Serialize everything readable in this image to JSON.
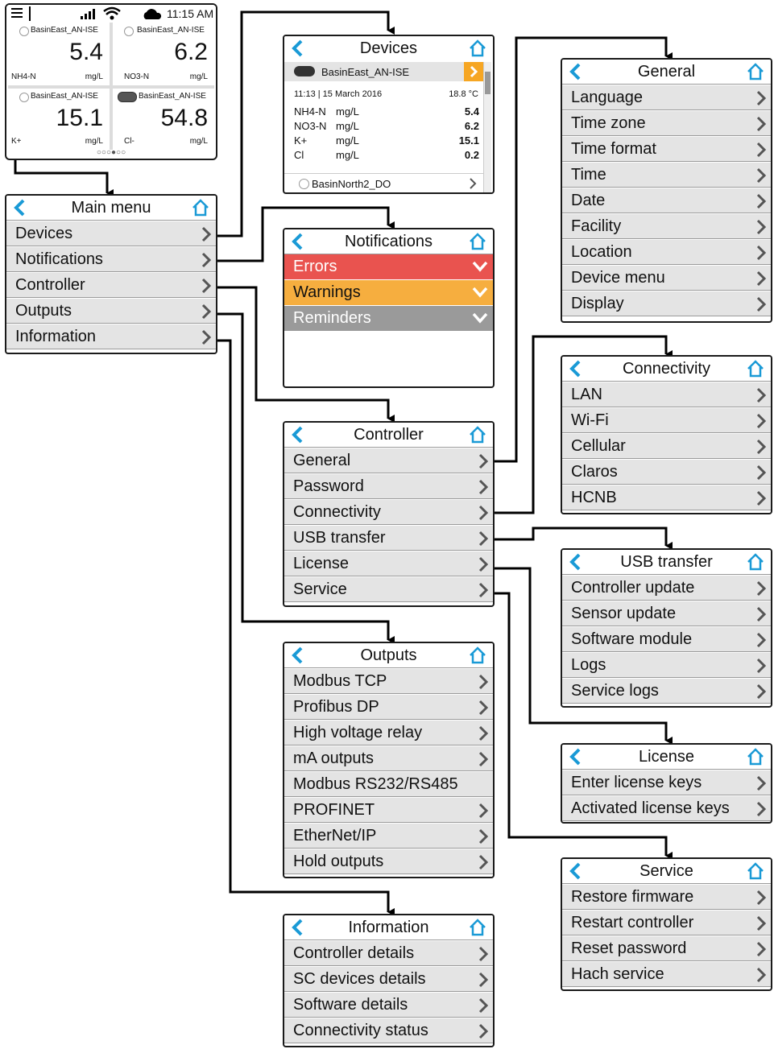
{
  "home_screen": {
    "time": "11:15 AM",
    "tiles": [
      {
        "device": "BasinEast_AN-ISE",
        "value": "5.4",
        "param": "NH4-N",
        "unit": "mg/L"
      },
      {
        "device": "BasinEast_AN-ISE",
        "value": "6.2",
        "param": "NO3-N",
        "unit": "mg/L"
      },
      {
        "device": "BasinEast_AN-ISE",
        "value": "15.1",
        "param": "K+",
        "unit": "mg/L"
      },
      {
        "device": "BasinEast_AN-ISE",
        "value": "54.8",
        "param": "Cl-",
        "unit": "mg/L"
      }
    ],
    "page_dots": "○○○●○○"
  },
  "main_menu": {
    "title": "Main menu",
    "items": [
      "Devices",
      "Notifications",
      "Controller",
      "Outputs",
      "Information"
    ]
  },
  "devices": {
    "title": "Devices",
    "device1": "BasinEast_AN-ISE",
    "timestamp": "11:13 | 15 March 2016",
    "temperature": "18.8 °C",
    "readings": [
      {
        "param": "NH4-N",
        "unit": "mg/L",
        "value": "5.4"
      },
      {
        "param": "NO3-N",
        "unit": "mg/L",
        "value": "6.2"
      },
      {
        "param": "K+",
        "unit": "mg/L",
        "value": "15.1"
      },
      {
        "param": "Cl",
        "unit": "mg/L",
        "value": "0.2"
      }
    ],
    "device2": "BasinNorth2_DO"
  },
  "notifications": {
    "title": "Notifications",
    "items": [
      {
        "label": "Errors",
        "color": "#e9534f"
      },
      {
        "label": "Warnings",
        "color": "#f6ae3f"
      },
      {
        "label": "Reminders",
        "color": "#9a9a9a"
      }
    ]
  },
  "controller": {
    "title": "Controller",
    "items": [
      "General",
      "Password",
      "Connectivity",
      "USB transfer",
      "License",
      "Service"
    ]
  },
  "outputs": {
    "title": "Outputs",
    "items": [
      "Modbus TCP",
      "Profibus DP",
      "High voltage relay",
      "mA  outputs",
      "Modbus RS232/RS485",
      "PROFINET",
      "EtherNet/IP",
      "Hold outputs"
    ]
  },
  "information": {
    "title": "Information",
    "items": [
      "Controller details",
      "SC devices details",
      "Software details",
      "Connectivity status"
    ]
  },
  "general": {
    "title": "General",
    "items": [
      "Language",
      "Time zone",
      "Time format",
      "Time",
      "Date",
      "Facility",
      "Location",
      "Device menu",
      "Display"
    ]
  },
  "connectivity": {
    "title": "Connectivity",
    "items": [
      "LAN",
      "Wi-Fi",
      "Cellular",
      "Claros",
      "HCNB"
    ]
  },
  "usb_transfer": {
    "title": "USB transfer",
    "items": [
      "Controller update",
      "Sensor update",
      "Software module",
      "Logs",
      "Service logs"
    ]
  },
  "license": {
    "title": "License",
    "items": [
      "Enter license keys",
      "Activated license keys"
    ]
  },
  "service": {
    "title": "Service",
    "items": [
      "Restore firmware",
      "Restart controller",
      "Reset password",
      "Hach service"
    ]
  },
  "colors": {
    "accent": "#1a9ad6",
    "row": "#e4e4e4",
    "orange": "#f6a623"
  }
}
